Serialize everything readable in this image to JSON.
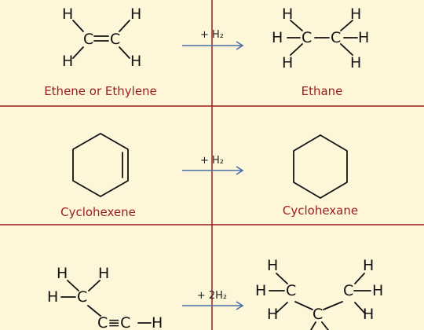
{
  "rows": [
    {
      "reagent": "+ H₂",
      "reactant": "Ethene or Ethylene",
      "product": "Ethane"
    },
    {
      "reagent": "+ H₂",
      "reactant": "Cyclohexene",
      "product": "Cyclohexane"
    },
    {
      "reagent": "+ 2H₂",
      "reactant": "",
      "product": ""
    }
  ],
  "atoms": {
    "h": "H",
    "c": "C",
    "c_triple_c": "C≡C"
  },
  "colors": {
    "background": "#fdf6d8",
    "divider": "#9b1c1c",
    "label": "#9b1c1c",
    "arrow": "#4a6fa5"
  }
}
